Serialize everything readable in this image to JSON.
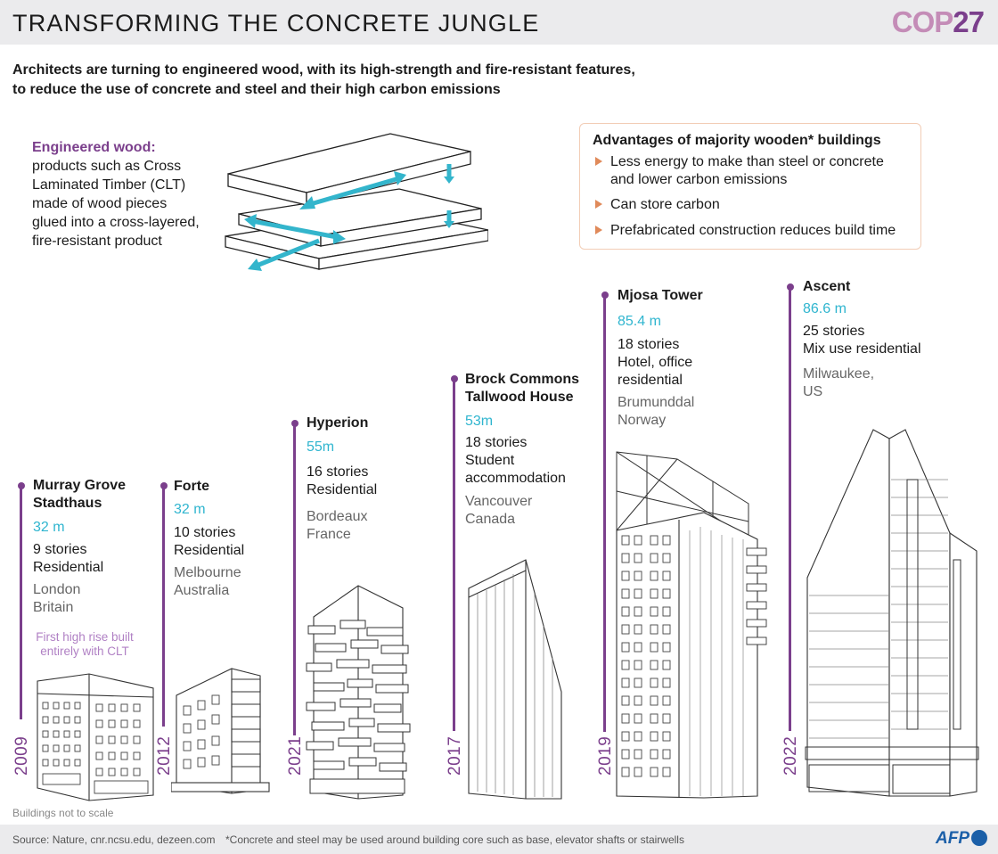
{
  "header": {
    "title": "TRANSFORMING THE CONCRETE JUNGLE",
    "logo_text": "COP",
    "logo_num": "27"
  },
  "intro": {
    "line1": "Architects are turning to engineered wood, with its high-strength and fire-resistant features,",
    "line2": "to reduce the use of concrete and steel and their high carbon emissions"
  },
  "wood": {
    "heading": "Engineered wood:",
    "lines": [
      "products such as Cross",
      "Laminated Timber (CLT)",
      "made of wood pieces",
      "glued into a cross-layered,",
      "fire-resistant product"
    ]
  },
  "advantages": {
    "heading": "Advantages of majority wooden* buildings",
    "items": [
      {
        "l1": "Less energy to make than steel or concrete",
        "l2": "and lower carbon emissions"
      },
      {
        "l1": "Can store carbon",
        "l2": ""
      },
      {
        "l1": "Prefabricated construction reduces build time",
        "l2": ""
      }
    ]
  },
  "buildings": [
    {
      "name1": "Murray Grove",
      "name2": "Stadthaus",
      "height": "32 m",
      "info1": "9 stories",
      "info2": "Residential",
      "info3": "",
      "loc1": "London",
      "loc2": "Britain",
      "year": "2009",
      "note1": "First high rise built",
      "note2": "entirely with CLT"
    },
    {
      "name1": "Forte",
      "name2": "",
      "height": "32 m",
      "info1": "10 stories",
      "info2": "Residential",
      "info3": "",
      "loc1": "Melbourne",
      "loc2": "Australia",
      "year": "2012"
    },
    {
      "name1": "Hyperion",
      "name2": "",
      "height": "55m",
      "info1": "16 stories",
      "info2": "Residential",
      "info3": "",
      "loc1": "Bordeaux",
      "loc2": "France",
      "year": "2021"
    },
    {
      "name1": "Brock Commons",
      "name2": "Tallwood House",
      "height": "53m",
      "info1": "18 stories",
      "info2": "Student",
      "info3": "accommodation",
      "loc1": "Vancouver",
      "loc2": "Canada",
      "year": "2017"
    },
    {
      "name1": "Mjosa Tower",
      "name2": "",
      "height": "85.4 m",
      "info1": "18 stories",
      "info2": "Hotel, office",
      "info3": "residential",
      "loc1": "Brumunddal",
      "loc2": "Norway",
      "year": "2019"
    },
    {
      "name1": "Ascent",
      "name2": "",
      "height": "86.6 m",
      "info1": "25 stories",
      "info2": "Mix use residential",
      "info3": "",
      "loc1": "Milwaukee,",
      "loc2": "US",
      "year": "2022"
    }
  ],
  "notes": {
    "not_scale": "Buildings not to scale",
    "source": "Source: Nature, cnr.ncsu.edu, dezeen.com",
    "footnote": "*Concrete and steel may be used around building core such as base, elevator shafts or stairwells",
    "agency": "AFP"
  },
  "colors": {
    "purple": "#7b3f8c",
    "cyan": "#2fb5cf",
    "orange": "#e08a5a"
  }
}
